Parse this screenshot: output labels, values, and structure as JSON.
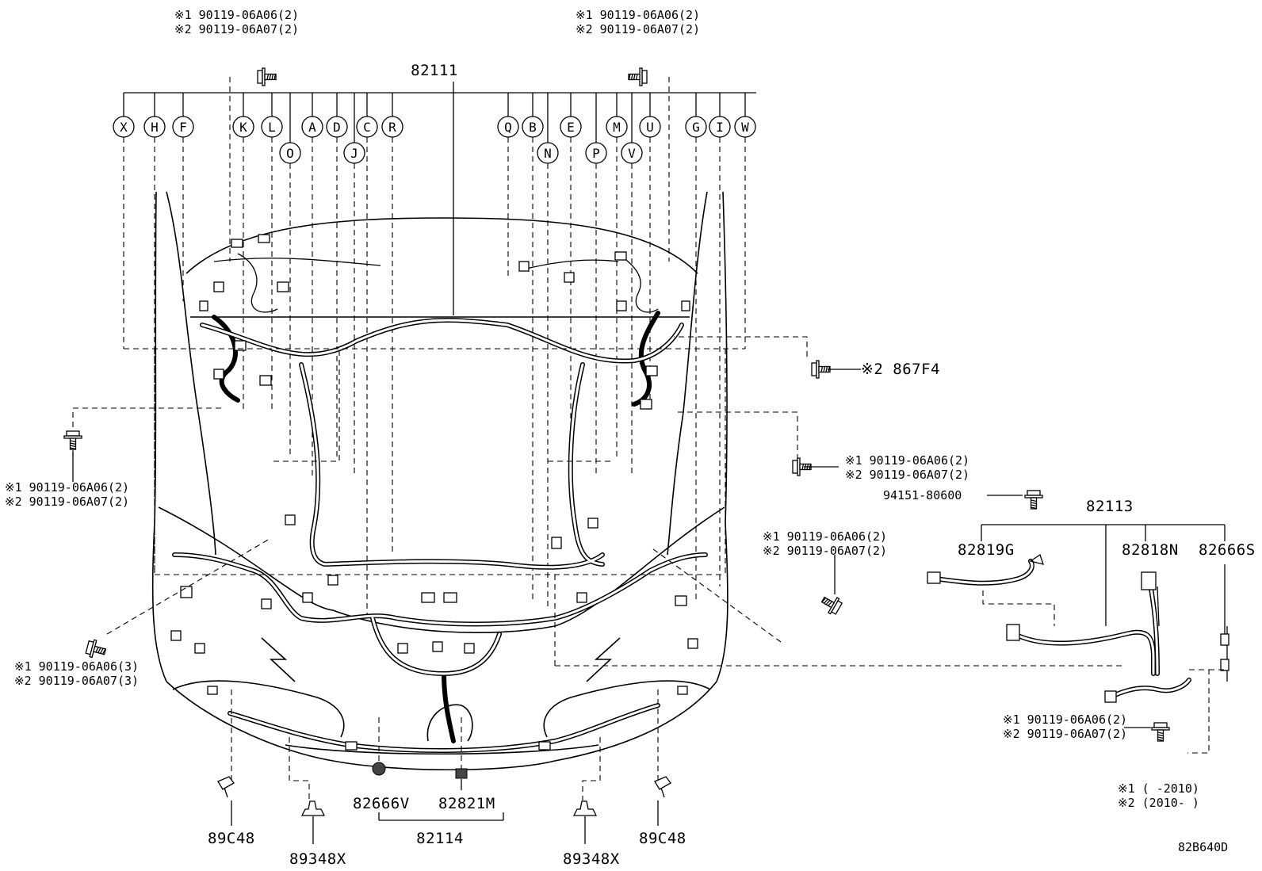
{
  "diagram": {
    "main_harness": "82111",
    "callouts": [
      "X",
      "H",
      "F",
      "K",
      "L",
      "O",
      "A",
      "D",
      "J",
      "C",
      "R",
      "Q",
      "B",
      "N",
      "E",
      "P",
      "M",
      "V",
      "U",
      "G",
      "I",
      "W"
    ],
    "bolt_top_left": {
      "line1": "※1 90119-06A06(2)",
      "line2": "※2 90119-06A07(2)"
    },
    "bolt_top_right": {
      "line1": "※1 90119-06A06(2)",
      "line2": "※2 90119-06A07(2)"
    },
    "bolt_left_mid": {
      "line1": "※1 90119-06A06(2)",
      "line2": "※2 90119-06A07(2)"
    },
    "bolt_left_low": {
      "line1": "※1 90119-06A06(3)",
      "line2": "※2 90119-06A07(3)"
    },
    "bolt_right_mid": {
      "line1": "※1 90119-06A06(2)",
      "line2": "※2 90119-06A07(2)"
    },
    "bolt_center_right": {
      "line1": "※1 90119-06A06(2)",
      "line2": "※2 90119-06A07(2)"
    },
    "bolt_sub": {
      "line1": "※1 90119-06A06(2)",
      "line2": "※2 90119-06A07(2)"
    },
    "clip_867": "※2 867F4",
    "nut_part": "94151-80600",
    "sub_harness": "82113",
    "sub_parts": [
      "82819G",
      "82818N",
      "82666S"
    ],
    "bottom_parts": {
      "clip_left": "89C48",
      "clip_right": "89C48",
      "bracket_left": "89348X",
      "bracket_right": "89348X",
      "grommet": "82666V",
      "wire_821": "82821M",
      "front_harness": "82114"
    },
    "footnotes": {
      "line1": "※1 (     -2010)",
      "line2": "※2 (2010-     )"
    },
    "diagram_code": "82B640D"
  }
}
